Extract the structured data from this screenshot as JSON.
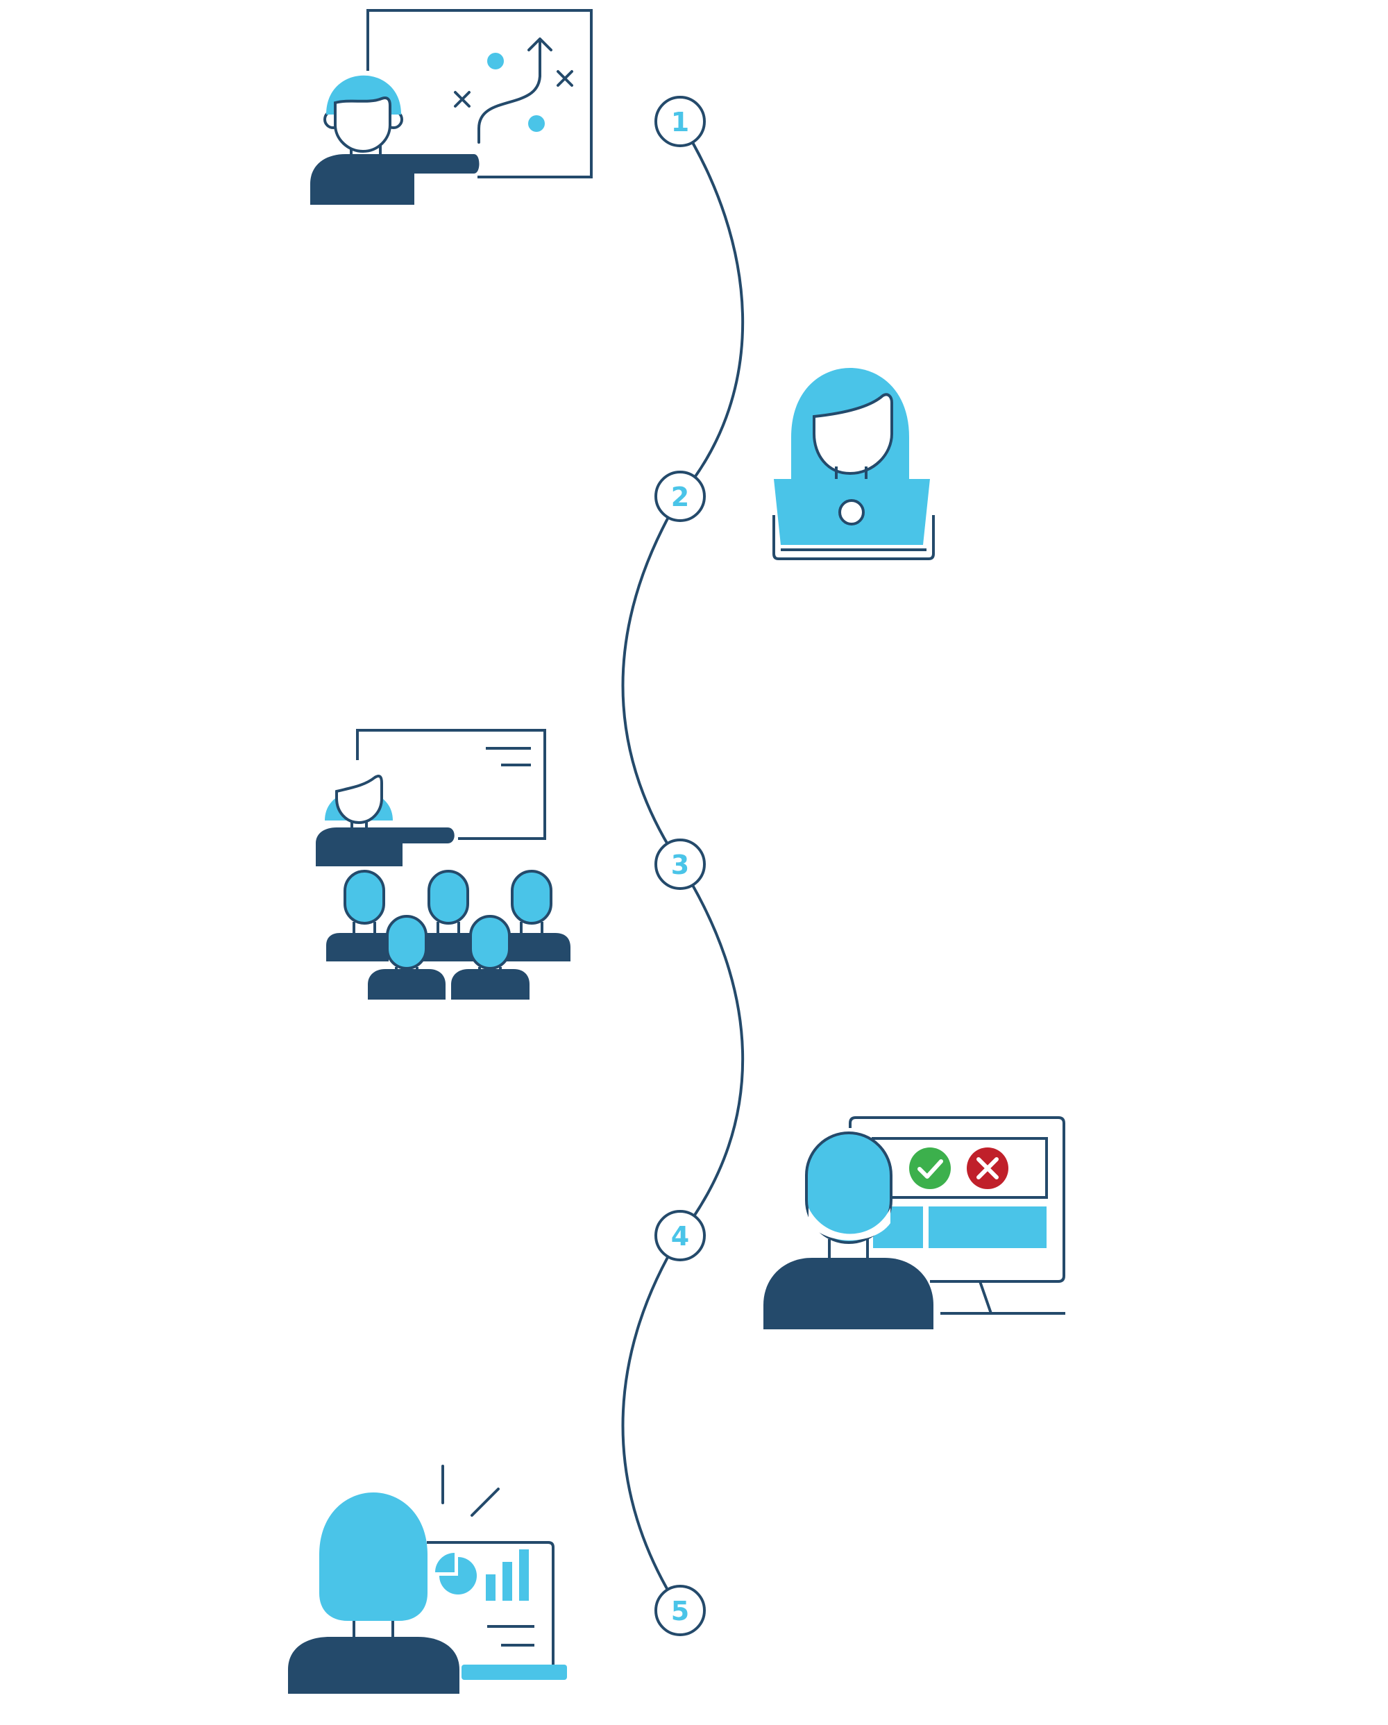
{
  "colors": {
    "navy": "#244a6b",
    "cyan": "#4ac4e8",
    "green": "#3cb04c",
    "red": "#c0202a",
    "white": "#ffffff"
  },
  "steps": [
    {
      "number": "1",
      "icon": "strategy-presenter-icon"
    },
    {
      "number": "2",
      "icon": "laptop-user-icon"
    },
    {
      "number": "3",
      "icon": "classroom-training-icon"
    },
    {
      "number": "4",
      "icon": "monitor-review-icon"
    },
    {
      "number": "5",
      "icon": "analytics-dashboard-icon"
    }
  ]
}
